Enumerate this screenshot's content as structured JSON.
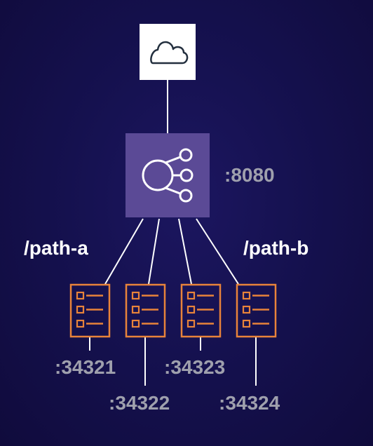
{
  "colors": {
    "background": "#15114f",
    "line": "#ffffff",
    "load_balancer_fill": "#5b4a96",
    "server_icon": "#e8833a",
    "cloud_box": "#ffffff",
    "cloud_icon": "#232f3e",
    "port_text": "#9fa0ad",
    "path_text": "#ffffff"
  },
  "icons": {
    "internet": "cloud-icon",
    "load_balancer": "load-balancer-icon",
    "target": "server-icon"
  },
  "load_balancer": {
    "port": ":8080"
  },
  "routes": [
    {
      "label": "/path-a"
    },
    {
      "label": "/path-b"
    }
  ],
  "targets": [
    {
      "port": ":34321"
    },
    {
      "port": ":34322"
    },
    {
      "port": ":34323"
    },
    {
      "port": ":34324"
    }
  ]
}
